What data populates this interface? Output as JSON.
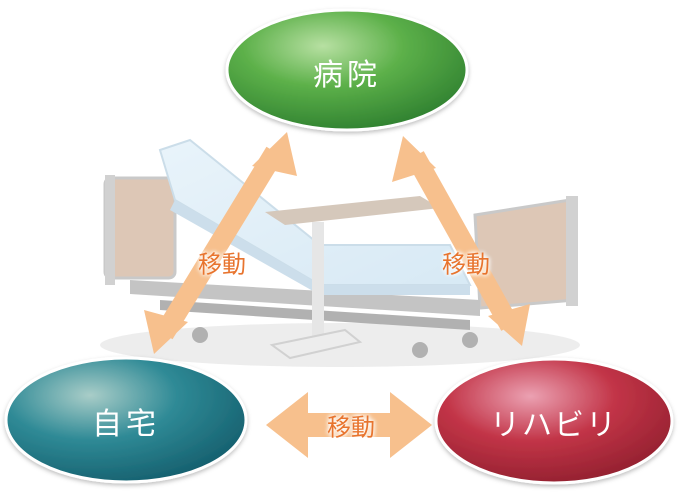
{
  "nodes": {
    "hospital": {
      "label": "病院"
    },
    "home": {
      "label": "自宅"
    },
    "rehab": {
      "label": "リハビリ"
    }
  },
  "edges": {
    "hospital_home": {
      "label": "移動"
    },
    "hospital_rehab": {
      "label": "移動"
    },
    "home_rehab": {
      "label": "移動"
    }
  },
  "colors": {
    "hospital": "#3c9a3e",
    "home": "#1f7586",
    "rehab": "#b23040",
    "arrow": "#f7c08d",
    "label": "#e8742e"
  }
}
